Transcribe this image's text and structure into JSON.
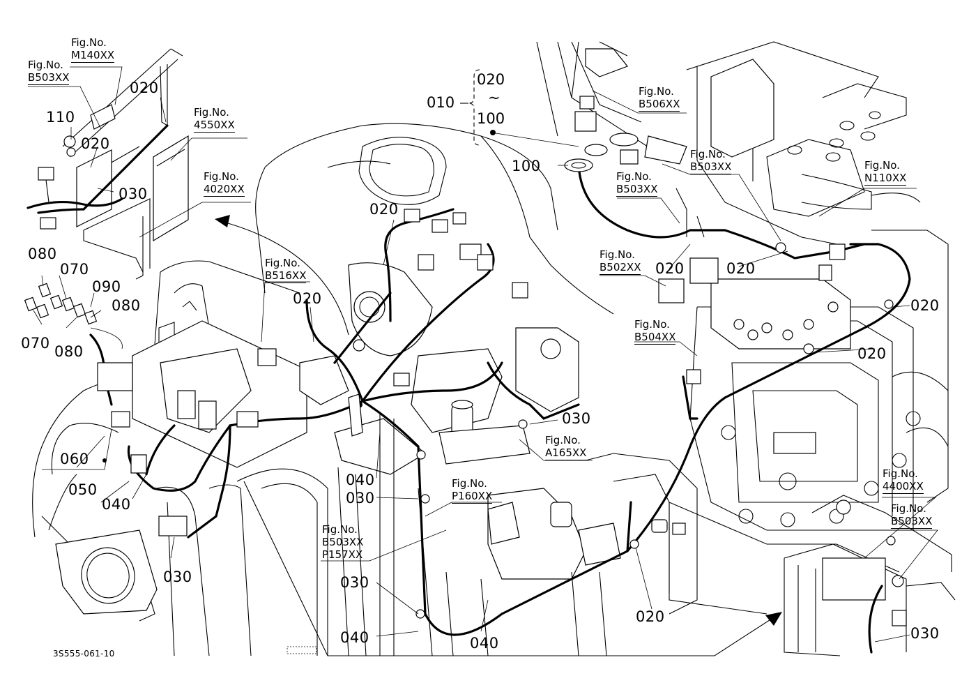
{
  "diagram_code": "3S555-061-10",
  "range_label": {
    "index": "010",
    "from": "020",
    "tilde": "~",
    "to": "100"
  },
  "fig_refs": {
    "m140": {
      "label": "Fig.No.",
      "number": "M140XX"
    },
    "b503_topleft": {
      "label": "Fig.No.",
      "number": "B503XX"
    },
    "f4550": {
      "label": "Fig.No.",
      "number": "4550XX"
    },
    "f4020": {
      "label": "Fig.No.",
      "number": "4020XX"
    },
    "b516": {
      "label": "Fig.No.",
      "number": "B516XX"
    },
    "b506": {
      "label": "Fig.No.",
      "number": "B506XX"
    },
    "b503_topright": {
      "label": "Fig.No.",
      "number": "B503XX"
    },
    "n110": {
      "label": "Fig.No.",
      "number": "N110XX"
    },
    "b503_center": {
      "label": "Fig.No.",
      "number": "B503XX"
    },
    "b502": {
      "label": "Fig.No.",
      "number": "B502XX"
    },
    "b504": {
      "label": "Fig.No.",
      "number": "B504XX"
    },
    "a165": {
      "label": "Fig.No.",
      "number": "A165XX"
    },
    "p160": {
      "label": "Fig.No.",
      "number": "P160XX"
    },
    "b503_p157": {
      "label": "Fig.No.",
      "number": "B503XX",
      "number2": "P157XX"
    },
    "f4400": {
      "label": "Fig.No.",
      "number": "4400XX"
    },
    "b503_bottomright": {
      "label": "Fig.No.",
      "number": "B503XX"
    }
  },
  "part_labels": {
    "p110": "110",
    "p020_a": "020",
    "p020_b": "020",
    "p030_a": "030",
    "p080_a": "080",
    "p070_a": "070",
    "p090": "090",
    "p080_b": "080",
    "p070_b": "070",
    "p080_c": "080",
    "p020_c": "020",
    "p020_d": "020",
    "p100": "100",
    "p020_e": "020",
    "p020_f": "020",
    "p020_g": "020",
    "p020_h": "020",
    "p030_b": "030",
    "p060": "060",
    "p050": "050",
    "p040_a": "040",
    "p040_b": "040",
    "p030_c": "030",
    "p030_d": "030",
    "p030_e": "030",
    "p040_c": "040",
    "p040_d": "040",
    "p020_i": "020",
    "p030_f": "030"
  }
}
